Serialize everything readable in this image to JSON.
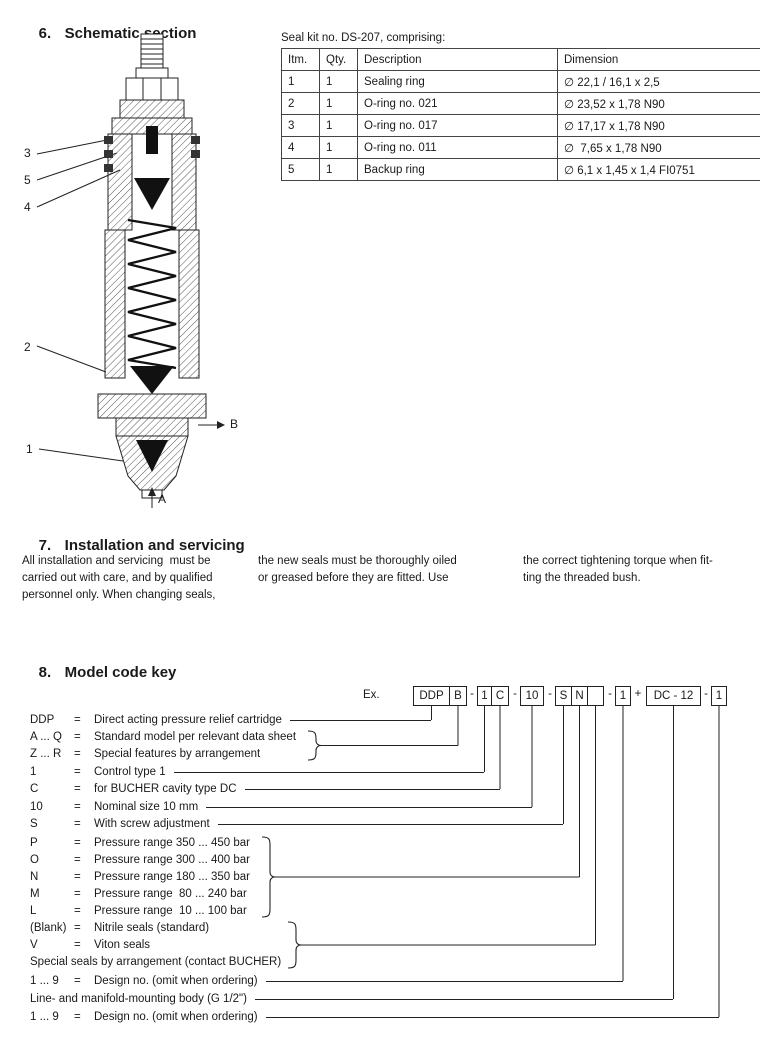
{
  "schematic": {
    "heading_num": "6.",
    "heading_text": "Schematic section",
    "callout_labels": [
      "3",
      "5",
      "4",
      "2",
      "1"
    ],
    "port_a_label": "A",
    "port_b_label": "B",
    "seal_kit": {
      "caption": "Seal kit no. DS-207, comprising:",
      "columns": [
        "Itm.",
        "Qty.",
        "Description",
        "Dimension"
      ],
      "rows": [
        [
          "1",
          "1",
          "Sealing ring",
          "∅ 22,1 / 16,1 x 2,5"
        ],
        [
          "2",
          "1",
          "O-ring no. 021",
          "∅ 23,52 x 1,78 N90"
        ],
        [
          "3",
          "1",
          "O-ring no. 017",
          "∅ 17,17 x 1,78 N90"
        ],
        [
          "4",
          "1",
          "O-ring no. 011",
          "∅  7,65 x 1,78 N90"
        ],
        [
          "5",
          "1",
          "Backup ring",
          "∅ 6,1 x 1,45 x 1,4 FI0751"
        ]
      ]
    }
  },
  "installation": {
    "heading_num": "7.",
    "heading_text": "Installation and servicing",
    "col1_line1": "All installation and servicing  must be",
    "col1_line2": "carried out with care, and by qualified",
    "col1_line3": "personnel only. When changing seals,",
    "col2_line1": "the new seals must be thoroughly oiled",
    "col2_line2": "or greased before they are fitted. Use",
    "col3_line1": "the correct tightening torque when fit-",
    "col3_line2": "ting the threaded bush."
  },
  "model_code": {
    "heading_num": "8.",
    "heading_text": "Model code key",
    "example_label": "Ex.",
    "eq": "=",
    "boxes": [
      "DDP",
      "B",
      "1",
      "C",
      "10",
      "S",
      "N",
      "",
      "1",
      "DC - 12",
      "1"
    ],
    "separators": [
      "-",
      "-",
      "-",
      "-",
      "+",
      "-"
    ],
    "legend": [
      {
        "code": "DDP",
        "desc": "Direct acting pressure relief cartridge"
      },
      {
        "code": "A ... Q",
        "desc": "Standard model per relevant data sheet"
      },
      {
        "code": "Z ... R",
        "desc": "Special features by arrangement"
      },
      {
        "code": "1",
        "desc": "Control type 1"
      },
      {
        "code": "C",
        "desc": "for BUCHER cavity type DC"
      },
      {
        "code": "10",
        "desc": "Nominal size 10 mm"
      },
      {
        "code": "S",
        "desc": "With screw adjustment"
      },
      {
        "code": "P",
        "desc": "Pressure range 350 ... 450 bar"
      },
      {
        "code": "O",
        "desc": "Pressure range 300 ... 400 bar"
      },
      {
        "code": "N",
        "desc": "Pressure range 180 ... 350 bar"
      },
      {
        "code": "M",
        "desc": "Pressure range  80 ... 240 bar"
      },
      {
        "code": "L",
        "desc": "Pressure range  10 ... 100 bar"
      },
      {
        "code": "(Blank)",
        "desc": "Nitrile seals (standard)"
      },
      {
        "code": "V",
        "desc": "Viton seals"
      },
      {
        "code": "",
        "desc": "Special seals by arrangement (contact BUCHER)"
      },
      {
        "code": "1 ... 9",
        "desc": "Design no. (omit when ordering)"
      },
      {
        "code": "",
        "desc": "Line- and manifold-mounting body (G 1/2\")"
      },
      {
        "code": "1 ... 9",
        "desc": "Design no. (omit when ordering)"
      }
    ]
  }
}
